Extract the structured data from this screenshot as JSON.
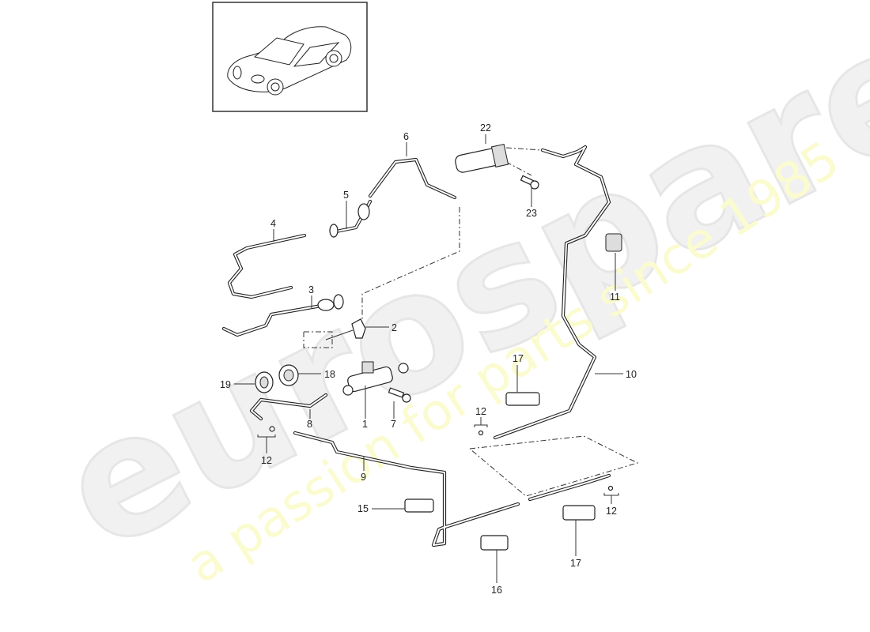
{
  "diagram": {
    "type": "exploded-parts-diagram",
    "subject": "Clutch hydraulic lines (convertible sports car)",
    "thumbnail": {
      "alt": "vehicle-thumbnail-convertible"
    },
    "watermark": {
      "brand": "eurospares",
      "tagline": "a passion for parts since 1985",
      "brand_color": "#f1f1f1",
      "tagline_color": "#fbfbd0"
    },
    "callouts": [
      {
        "id": "1",
        "label": "1"
      },
      {
        "id": "2",
        "label": "2"
      },
      {
        "id": "3",
        "label": "3"
      },
      {
        "id": "4",
        "label": "4"
      },
      {
        "id": "5",
        "label": "5"
      },
      {
        "id": "6",
        "label": "6"
      },
      {
        "id": "7",
        "label": "7"
      },
      {
        "id": "8",
        "label": "8"
      },
      {
        "id": "9",
        "label": "9"
      },
      {
        "id": "10",
        "label": "10"
      },
      {
        "id": "11",
        "label": "11"
      },
      {
        "id": "12a",
        "label": "12"
      },
      {
        "id": "12b",
        "label": "12"
      },
      {
        "id": "12c",
        "label": "12"
      },
      {
        "id": "15",
        "label": "15"
      },
      {
        "id": "16",
        "label": "16"
      },
      {
        "id": "17a",
        "label": "17"
      },
      {
        "id": "17b",
        "label": "17"
      },
      {
        "id": "18",
        "label": "18"
      },
      {
        "id": "19",
        "label": "19"
      },
      {
        "id": "22",
        "label": "22"
      },
      {
        "id": "23",
        "label": "23"
      }
    ]
  }
}
